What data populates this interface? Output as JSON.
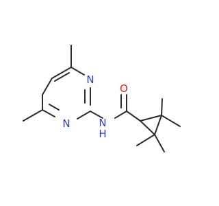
{
  "molecule": {
    "atoms": {
      "n_top": {
        "label": "N",
        "color": "#2f3fb0"
      },
      "n_bottom": {
        "label": "N",
        "color": "#2f3fb0"
      },
      "amide_n": {
        "label": "N",
        "color": "#2f3fb0"
      },
      "amide_h": {
        "label": "H",
        "color": "#2f3fb0"
      },
      "carbonyl_o": {
        "label": "O",
        "color": "#e0201b"
      }
    },
    "bond_color": "#2b2b2b"
  }
}
